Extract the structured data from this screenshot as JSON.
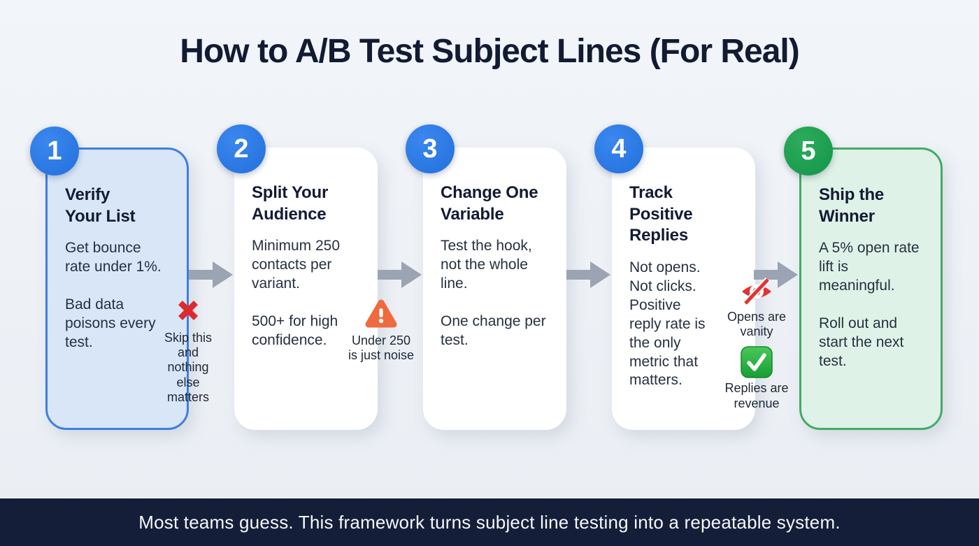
{
  "title": "How to A/B Test Subject Lines (For Real)",
  "steps": [
    {
      "number": "1",
      "title": "Verify Your List",
      "paragraphs": [
        "Get bounce rate under 1%.",
        "Bad data poisons every test."
      ],
      "highlight": "blue"
    },
    {
      "number": "2",
      "title": "Split Your Audience",
      "paragraphs": [
        "Minimum 250 contacts per variant.",
        "500+ for high confidence."
      ],
      "highlight": "none"
    },
    {
      "number": "3",
      "title": "Change One Variable",
      "paragraphs": [
        "Test the hook, not the whole line.",
        "One change per test."
      ],
      "highlight": "none"
    },
    {
      "number": "4",
      "title": "Track Positive Replies",
      "paragraphs": [
        "Not opens. Not clicks. Positive reply rate is the only metric that matters."
      ],
      "highlight": "none"
    },
    {
      "number": "5",
      "title": "Ship the Winner",
      "paragraphs": [
        "A 5% open rate lift is meaningful.",
        "Roll out and start the next test."
      ],
      "highlight": "green"
    }
  ],
  "callouts": [
    {
      "icon": "x-icon",
      "text": "Skip this\nand\nnothing\nelse\nmatters"
    },
    {
      "icon": "warning-icon",
      "text": "Under 250\nis just noise"
    },
    {
      "icon": "eye-off-icon",
      "text": "Opens are\nvanity"
    },
    {
      "icon": "check-icon",
      "text": "Replies are\nrevenue"
    }
  ],
  "footer": {
    "text": "Most teams guess. This framework turns subject line testing into a repeatable system."
  },
  "colors": {
    "accent_blue": "#2a78e4",
    "accent_green": "#18a04a",
    "card_blue_bg": "#d8e6f8",
    "card_blue_border": "#3f7ee0",
    "card_green_bg": "#dff2e7",
    "card_green_border": "#44aa66",
    "error_red": "#dd2b2b",
    "warning_orange": "#ef6a3e",
    "arrow_gray": "#9aa4b2",
    "footer_navy": "#141e38",
    "title_navy": "#121b33"
  }
}
